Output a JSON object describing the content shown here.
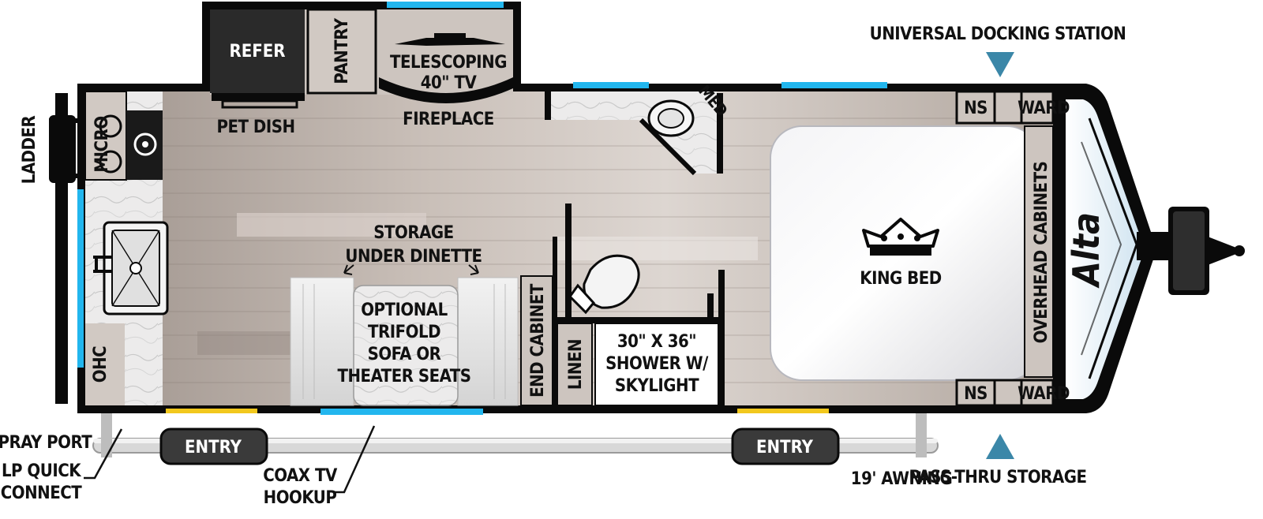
{
  "brand": {
    "logo_text": "Alta"
  },
  "labels": {
    "refer": "REFER",
    "pantry": "PANTRY",
    "tv": [
      "TELESCOPING",
      "40\" TV"
    ],
    "fireplace": "FIREPLACE",
    "pet_dish": "PET DISH",
    "med": "MED",
    "ns_top": "NS",
    "ward_top": "WARD",
    "ns_bottom": "NS",
    "ward_bottom": "WARD",
    "universal_docking": "UNIVERSAL DOCKING STATION",
    "pass_thru": "PASS-THRU STORAGE",
    "ladder": "LADDER",
    "micro": "MICRO",
    "ohc": "OHC",
    "storage_under_dinette": [
      "STORAGE",
      "UNDER DINETTE"
    ],
    "optional_sofa": [
      "OPTIONAL",
      "TRIFOLD",
      "SOFA OR",
      "THEATER SEATS"
    ],
    "end_cabinet": "END CABINET",
    "linen": "LINEN",
    "shower": [
      "30\" X 36\"",
      "SHOWER W/",
      "SKYLIGHT"
    ],
    "king_bed": "KING BED",
    "overhead_cabinets": "OVERHEAD CABINETS",
    "entry_left": "ENTRY",
    "entry_right": "ENTRY",
    "awning": "19' AWNING",
    "spray_port": "SPRAY PORT",
    "lp_quick_connect": [
      "LP QUICK",
      "CONNECT"
    ],
    "coax_tv": [
      "COAX TV",
      "HOOKUP"
    ]
  },
  "colors": {
    "wall": "#0a0a0a",
    "window": "#22b6ee",
    "door": "#f2c81d",
    "cabinet": "#cdc5bf",
    "floor_dark": "#9a8f88",
    "floor_light": "#e6e1dc",
    "refer": "#2a2a2a"
  }
}
